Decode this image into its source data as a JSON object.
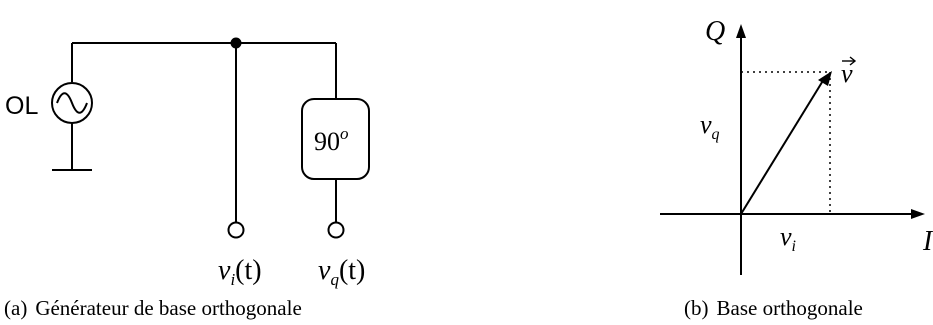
{
  "circuit": {
    "oscillator_label": "OL",
    "phase_shifter_value": "90",
    "phase_shifter_unit": "o",
    "output_i_var": "v",
    "output_i_sub": "i",
    "output_i_arg": "(t)",
    "output_q_var": "v",
    "output_q_sub": "q",
    "output_q_arg": "(t)"
  },
  "phasor": {
    "axis_y_label": "Q",
    "axis_x_label": "I",
    "vector_label": "v",
    "vq_var": "v",
    "vq_sub": "q",
    "vi_var": "v",
    "vi_sub": "i"
  },
  "captions": {
    "a_tag": "(a)",
    "a_text": "Générateur de base orthogonale",
    "b_tag": "(b)",
    "b_text": "Base orthogonale"
  }
}
